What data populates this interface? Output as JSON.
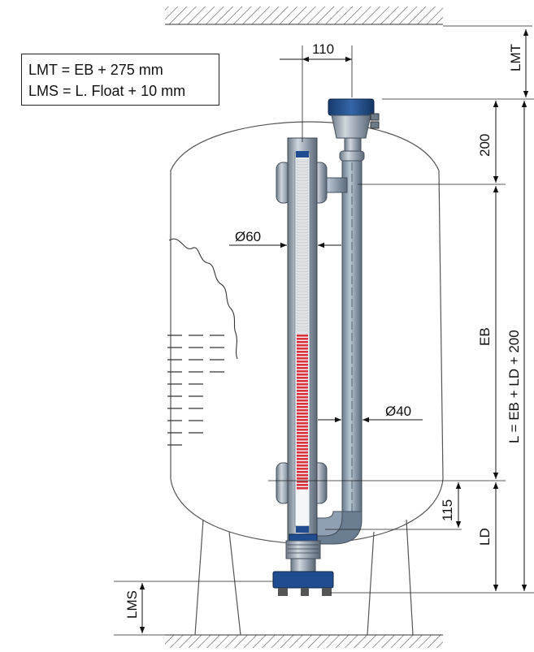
{
  "formulas": {
    "lmt": "LMT = EB + 275 mm",
    "lms": "LMS = L. Float + 10 mm"
  },
  "dimensions": {
    "top_width": "110",
    "lmt": "LMT",
    "head": "200",
    "eb": "EB",
    "total": "L = EB + LD + 200",
    "offset": "115",
    "ld": "LD",
    "lms": "LMS",
    "dia_chamber": "Ø60",
    "dia_pipe": "Ø40"
  },
  "colors": {
    "gauge_red": "#d8313a",
    "head_blue": "#1f4d8f",
    "steel": "#9aa6b2"
  }
}
